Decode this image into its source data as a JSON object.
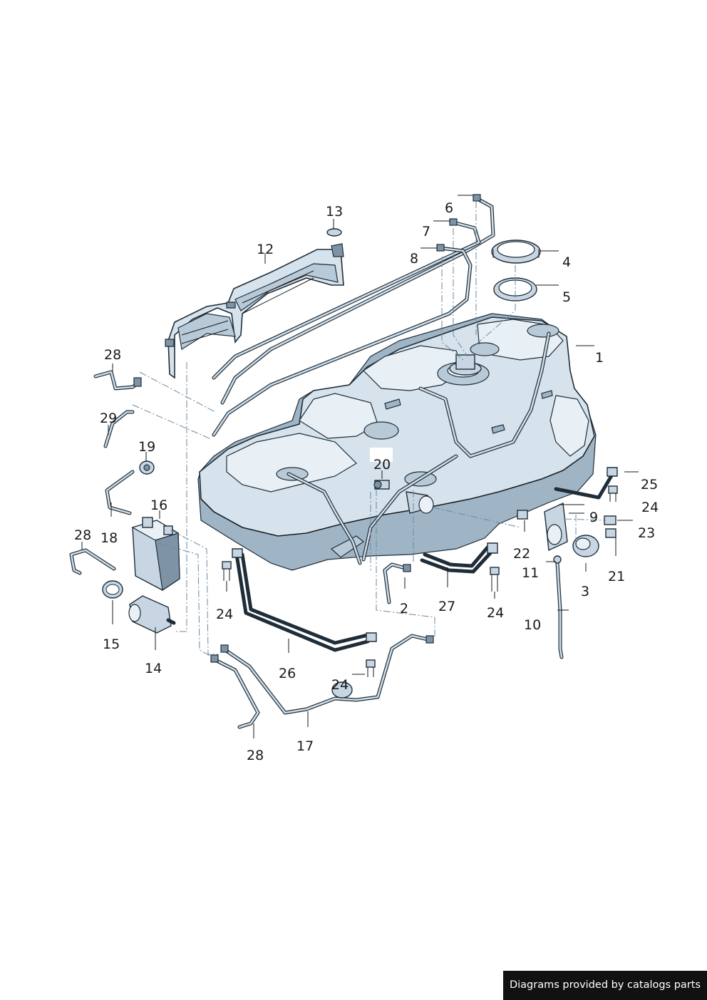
{
  "callouts": [
    {
      "id": "c1",
      "label": "1"
    },
    {
      "id": "c2",
      "label": "2"
    },
    {
      "id": "c3",
      "label": "3"
    },
    {
      "id": "c4",
      "label": "4"
    },
    {
      "id": "c5",
      "label": "5"
    },
    {
      "id": "c6",
      "label": "6"
    },
    {
      "id": "c7",
      "label": "7"
    },
    {
      "id": "c8",
      "label": "8"
    },
    {
      "id": "c9",
      "label": "9"
    },
    {
      "id": "c10",
      "label": "10"
    },
    {
      "id": "c11",
      "label": "11"
    },
    {
      "id": "c12",
      "label": "12"
    },
    {
      "id": "c13",
      "label": "13"
    },
    {
      "id": "c14",
      "label": "14"
    },
    {
      "id": "c15",
      "label": "15"
    },
    {
      "id": "c16",
      "label": "16"
    },
    {
      "id": "c17",
      "label": "17"
    },
    {
      "id": "c18",
      "label": "18"
    },
    {
      "id": "c19",
      "label": "19"
    },
    {
      "id": "c20",
      "label": "20"
    },
    {
      "id": "c21",
      "label": "21"
    },
    {
      "id": "c22",
      "label": "22"
    },
    {
      "id": "c23",
      "label": "23"
    },
    {
      "id": "c24a",
      "label": "24"
    },
    {
      "id": "c24b",
      "label": "24"
    },
    {
      "id": "c24c",
      "label": "24"
    },
    {
      "id": "c24d",
      "label": "24"
    },
    {
      "id": "c25",
      "label": "25"
    },
    {
      "id": "c26",
      "label": "26"
    },
    {
      "id": "c27",
      "label": "27"
    },
    {
      "id": "c28a",
      "label": "28"
    },
    {
      "id": "c28b",
      "label": "28"
    },
    {
      "id": "c28c",
      "label": "28"
    },
    {
      "id": "c29",
      "label": "29"
    }
  ],
  "credit": "Diagrams provided by catalogs parts"
}
